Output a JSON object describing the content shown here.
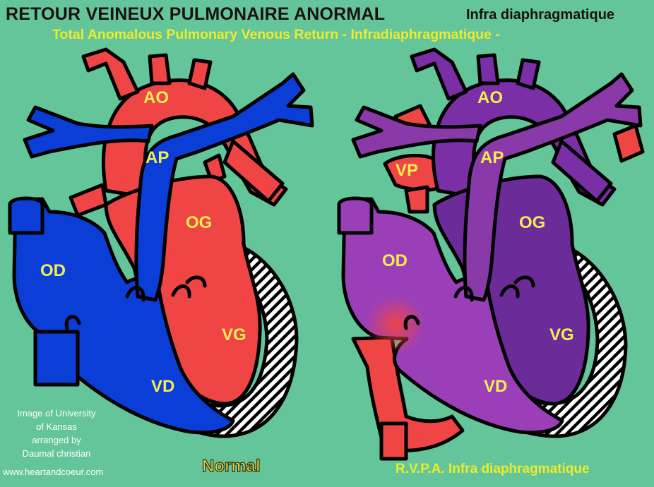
{
  "header": {
    "title": "RETOUR VEINEUX PULMONAIRE ANORMAL",
    "title_right": "Infra diaphragmatique",
    "subtitle": "Total Anomalous Pulmonary Venous Return - Infradiaphragmatique -"
  },
  "left_heart": {
    "caption": "Normal",
    "labels": {
      "ao": "AO",
      "ap": "AP",
      "og": "OG",
      "od": "OD",
      "vg": "VG",
      "vd": "VD"
    }
  },
  "right_heart": {
    "caption": "R.V.P.A. Infra diaphragmatique",
    "labels": {
      "ao": "AO",
      "ap": "AP",
      "vp": "VP",
      "og": "OG",
      "od": "OD",
      "vg": "VG",
      "vd": "VD"
    }
  },
  "credit": {
    "lines": [
      "Image of University",
      "of Kansas",
      "arranged by",
      "Daumal christian"
    ],
    "url": "www.heartandcoeur.com"
  },
  "colors": {
    "background": "#64c59a",
    "oxygenated": "#ef4545",
    "deoxygenated": "#0a3ed6",
    "mixed": "#7a2fa6",
    "mixed_light": "#9a3fb8",
    "outline": "#000000",
    "label": "#f2ee52"
  }
}
